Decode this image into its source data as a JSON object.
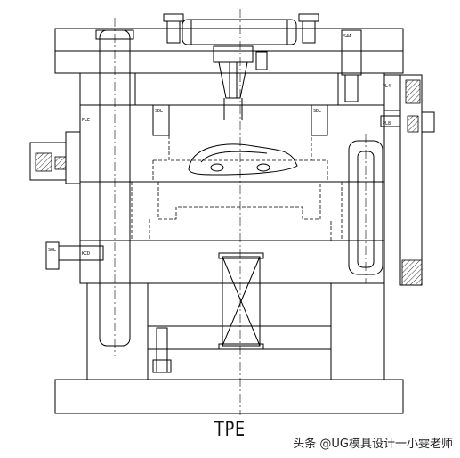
{
  "drawing": {
    "caption": "TPE",
    "watermark": "头条 @UG模具设计一小雯老师",
    "labels": {
      "top_screw": "S4A",
      "left_block": "PLE",
      "right_block_1": "PL4",
      "right_block_2": "PL8",
      "insert_left": "SDL",
      "insert_right": "SDL",
      "left_side_small": "SOL",
      "left_side_note": "KCD"
    },
    "colors": {
      "line": "#000000",
      "hatch": "#000000",
      "dash": "#000000"
    }
  }
}
